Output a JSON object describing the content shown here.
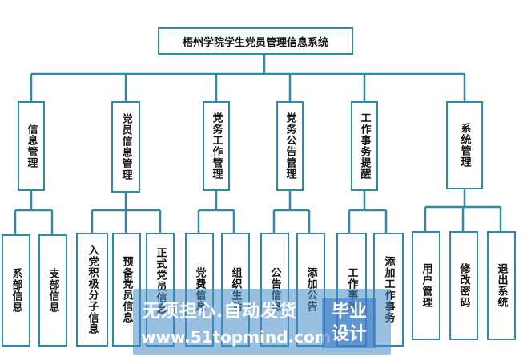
{
  "root": {
    "label": "梧州学院学生党员管理信息系统"
  },
  "modules": [
    {
      "label": "信息管理",
      "children": [
        "系部信息",
        "支部信息"
      ]
    },
    {
      "label": "党员信息管理",
      "children": [
        "入党积极分子信息",
        "预备党员信息",
        "正式党员信息"
      ]
    },
    {
      "label": "党务工作管理",
      "children": [
        "党费信息",
        "组织生活"
      ]
    },
    {
      "label": "党务公告管理",
      "children": [
        "公告信息",
        "添加公告"
      ]
    },
    {
      "label": "工作事务提醒",
      "children": [
        "工作事务",
        "添加工作事务"
      ]
    },
    {
      "label": "系统管理",
      "children": [
        "用户管理",
        "修改密码",
        "退出系统"
      ]
    }
  ],
  "watermark": {
    "line1": "无须担心.自动发货",
    "line2": "www.51topmind.com",
    "badge_top": "毕业",
    "badge_bottom": "设计"
  },
  "colors": {
    "line": "#2f8aa8",
    "border": "#2f8aa8"
  }
}
